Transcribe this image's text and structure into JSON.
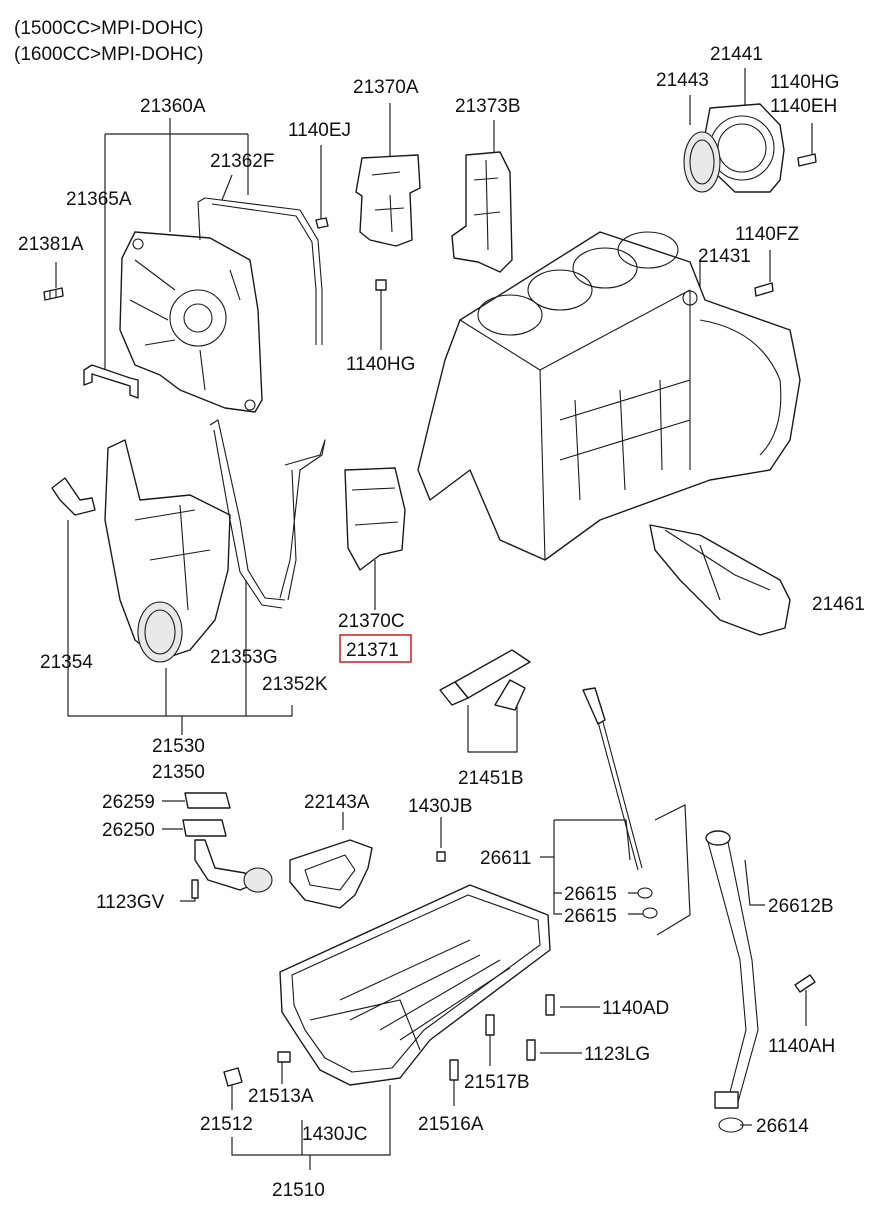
{
  "header": {
    "line1": "(1500CC>MPI-DOHC)",
    "line2": "(1600CC>MPI-DOHC)"
  },
  "highlight_color": "#d62828",
  "labels": {
    "p21360A": "21360A",
    "p21362F": "21362F",
    "p21365A": "21365A",
    "p21381A": "21381A",
    "p1140EJ": "1140EJ",
    "p21370A": "21370A",
    "p21373B": "21373B",
    "p1140HG_a": "1140HG",
    "p21443": "21443",
    "p21441": "21441",
    "p1140HG_b": "1140HG",
    "p1140EH": "1140EH",
    "p1140FZ": "1140FZ",
    "p21431": "21431",
    "p21461": "21461",
    "p21370C": "21370C",
    "p21371": "21371",
    "p21354": "21354",
    "p21353G": "21353G",
    "p21352K": "21352K",
    "p21530": "21530",
    "p21350": "21350",
    "p21451B": "21451B",
    "p26259": "26259",
    "p26250": "26250",
    "p1123GV": "1123GV",
    "p22143A": "22143A",
    "p1430JB": "1430JB",
    "p26611": "26611",
    "p26615_a": "26615",
    "p26615_b": "26615",
    "p26612B": "26612B",
    "p1140AD": "1140AD",
    "p1123LG": "1123LG",
    "p1140AH": "1140AH",
    "p21517B": "21517B",
    "p21513A": "21513A",
    "p21512": "21512",
    "p1430JC": "1430JC",
    "p21516A": "21516A",
    "p26614": "26614",
    "p21510": "21510"
  }
}
